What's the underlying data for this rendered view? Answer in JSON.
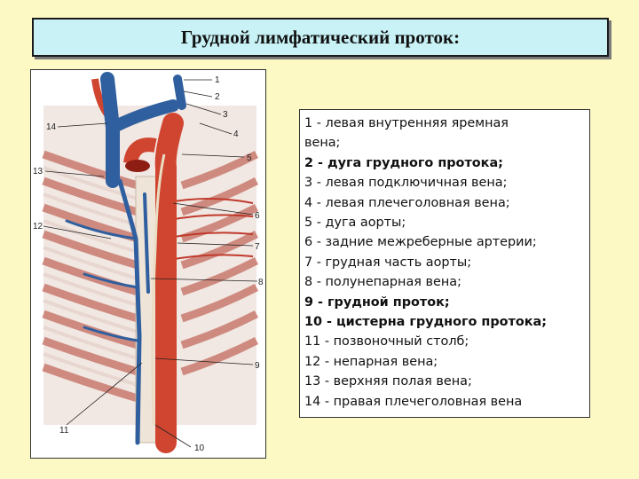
{
  "title": "Грудной лимфатический проток:",
  "legend": {
    "items": [
      {
        "text": "1 - левая внутренняя яремная",
        "bold": false
      },
      {
        "text": "вена;",
        "bold": false
      },
      {
        "text": "2 - дуга грудного протока;",
        "bold": true
      },
      {
        "text": "3 - левая подключичная вена;",
        "bold": false
      },
      {
        "text": "4 - левая плечеголовная вена;",
        "bold": false
      },
      {
        "text": "5 - дуга аорты;",
        "bold": false
      },
      {
        "text": "6 - задние межреберные артерии;",
        "bold": false
      },
      {
        "text": "7 - грудная часть аорты;",
        "bold": false
      },
      {
        "text": "8 - полунепарная вена;",
        "bold": false
      },
      {
        "text": "9 - грудной проток;",
        "bold": true
      },
      {
        "text": "10 - цистерна грудного протока;",
        "bold": true
      },
      {
        "text": "11 - позвоночный столб;",
        "bold": false
      },
      {
        "text": "12 - непарная вена;",
        "bold": false
      },
      {
        "text": "13 - верхняя полая вена;",
        "bold": false
      },
      {
        "text": "14 - правая плечеголовная вена",
        "bold": false
      }
    ]
  },
  "figure": {
    "labels": {
      "l1": "1",
      "l2": "2",
      "l3": "3",
      "l4": "4",
      "l5": "5",
      "l6": "6",
      "l7": "7",
      "l8": "8",
      "l9": "9",
      "l10": "10",
      "l11": "11",
      "l12": "12",
      "l13": "13",
      "l14": "14"
    }
  }
}
